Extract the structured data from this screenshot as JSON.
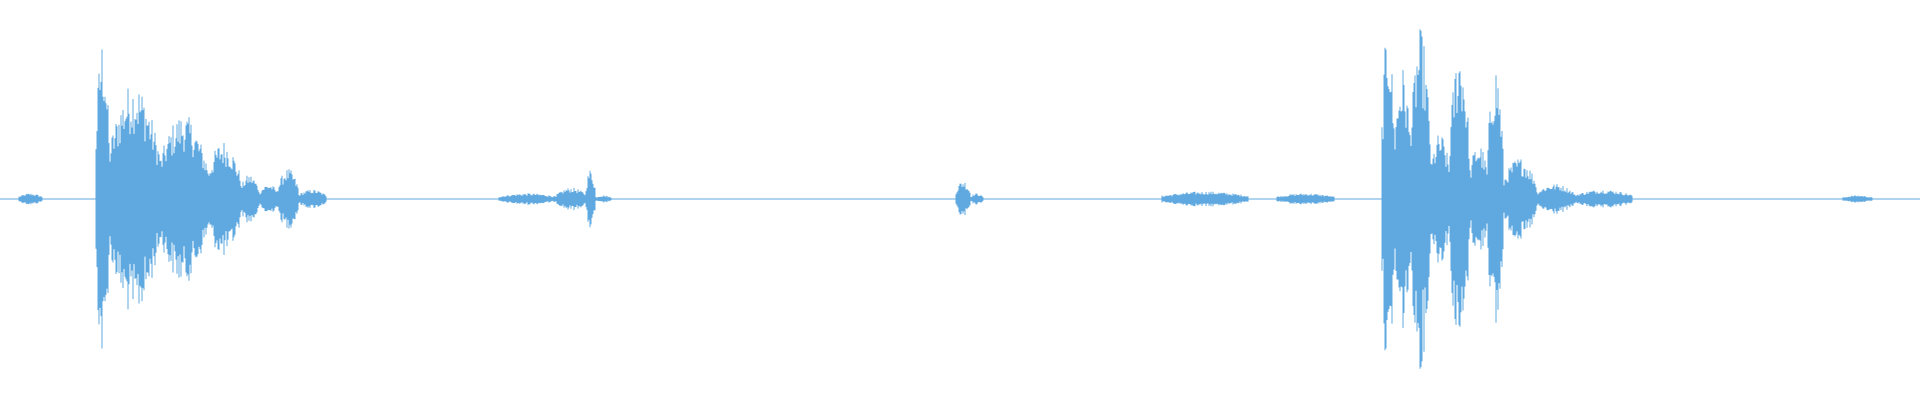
{
  "waveform": {
    "color": "#5fa8e0",
    "background": "#ffffff",
    "segments": [
      {
        "start": 0.01,
        "end": 0.022,
        "peak": 0.03
      },
      {
        "start": 0.05,
        "end": 0.057,
        "peak": 0.86
      },
      {
        "start": 0.057,
        "end": 0.083,
        "peak": 0.62
      },
      {
        "start": 0.083,
        "end": 0.108,
        "peak": 0.45
      },
      {
        "start": 0.108,
        "end": 0.125,
        "peak": 0.31
      },
      {
        "start": 0.125,
        "end": 0.135,
        "peak": 0.13
      },
      {
        "start": 0.135,
        "end": 0.145,
        "peak": 0.08
      },
      {
        "start": 0.145,
        "end": 0.155,
        "peak": 0.16
      },
      {
        "start": 0.155,
        "end": 0.17,
        "peak": 0.05
      },
      {
        "start": 0.26,
        "end": 0.29,
        "peak": 0.03
      },
      {
        "start": 0.29,
        "end": 0.305,
        "peak": 0.06
      },
      {
        "start": 0.305,
        "end": 0.31,
        "peak": 0.16
      },
      {
        "start": 0.31,
        "end": 0.318,
        "peak": 0.02
      },
      {
        "start": 0.498,
        "end": 0.505,
        "peak": 0.1
      },
      {
        "start": 0.505,
        "end": 0.512,
        "peak": 0.03
      },
      {
        "start": 0.605,
        "end": 0.65,
        "peak": 0.04
      },
      {
        "start": 0.665,
        "end": 0.695,
        "peak": 0.03
      },
      {
        "start": 0.72,
        "end": 0.726,
        "peak": 0.95
      },
      {
        "start": 0.726,
        "end": 0.735,
        "peak": 0.7
      },
      {
        "start": 0.735,
        "end": 0.745,
        "peak": 0.9
      },
      {
        "start": 0.745,
        "end": 0.755,
        "peak": 0.35
      },
      {
        "start": 0.755,
        "end": 0.765,
        "peak": 0.82
      },
      {
        "start": 0.765,
        "end": 0.775,
        "peak": 0.3
      },
      {
        "start": 0.775,
        "end": 0.783,
        "peak": 0.72
      },
      {
        "start": 0.783,
        "end": 0.8,
        "peak": 0.22
      },
      {
        "start": 0.8,
        "end": 0.82,
        "peak": 0.08
      },
      {
        "start": 0.82,
        "end": 0.85,
        "peak": 0.05
      },
      {
        "start": 0.96,
        "end": 0.975,
        "peak": 0.02
      }
    ],
    "baseline": 0.006
  }
}
